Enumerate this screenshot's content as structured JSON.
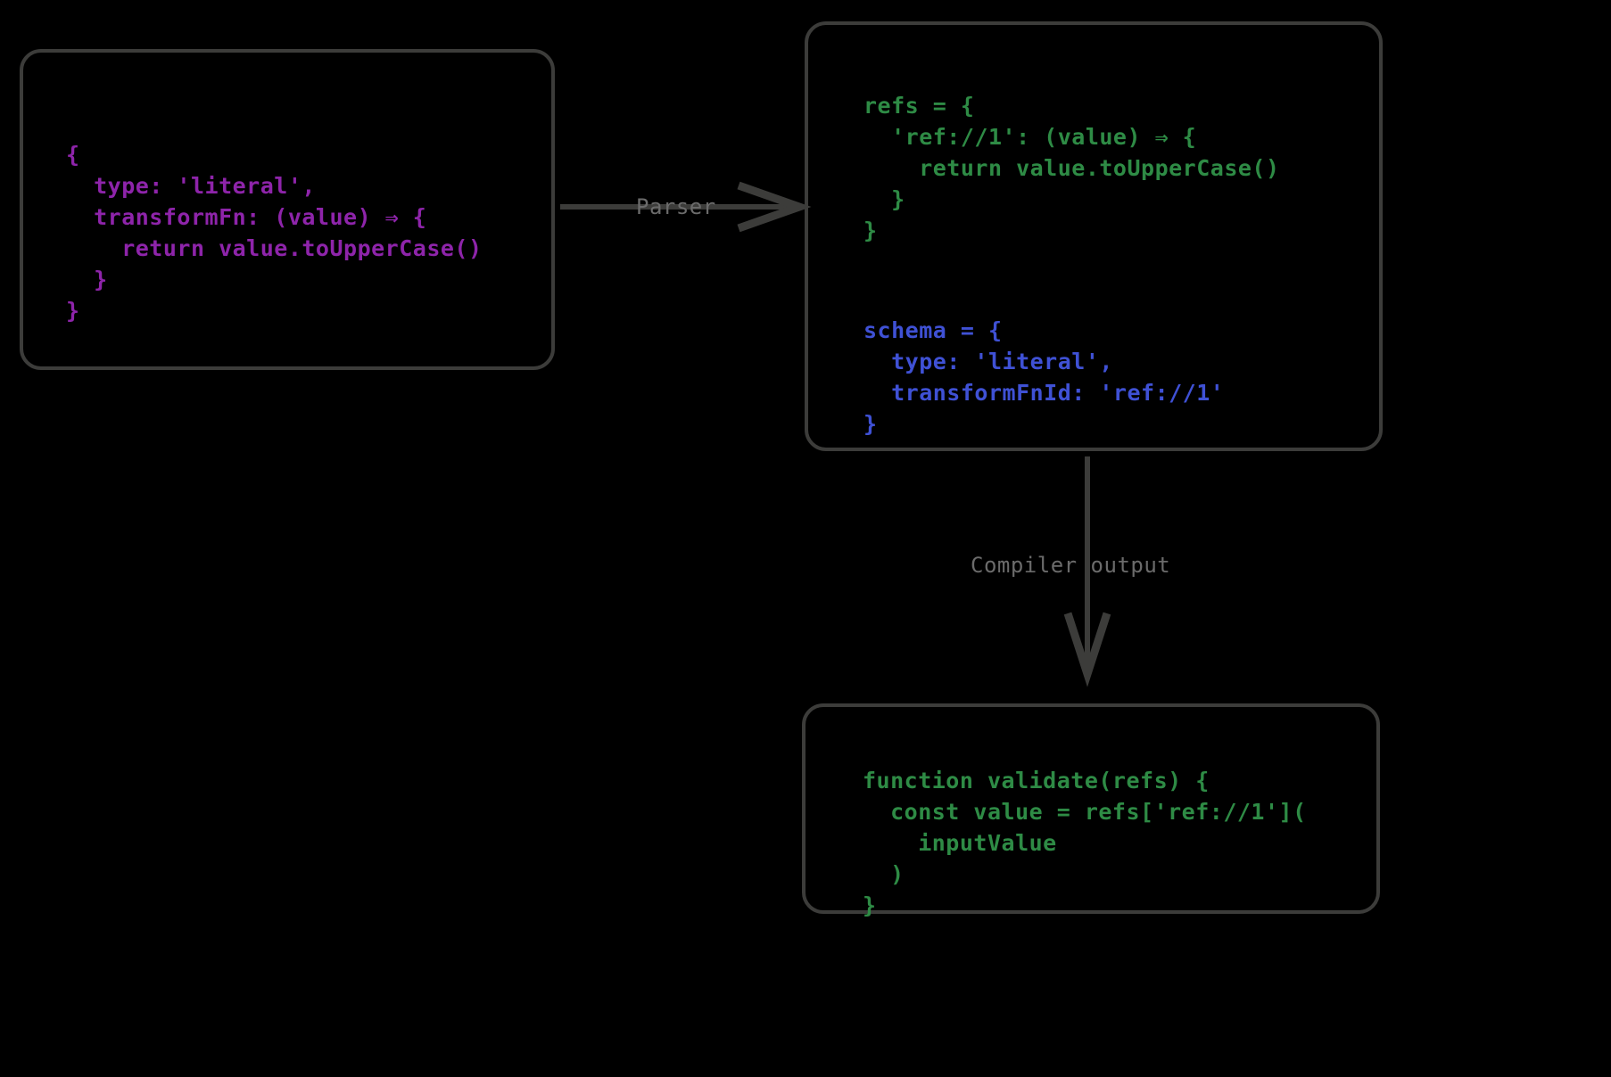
{
  "diagram": {
    "type": "flowchart",
    "background_color": "#000000",
    "node_border_color": "#3c3c3a",
    "edge_color": "#3c3c3a",
    "edge_label_color": "#6b6b6b",
    "nodes": [
      {
        "id": "source",
        "name": "source-schema-node",
        "text_color": "#8e24aa",
        "code": "{\n  type: 'literal',\n  transformFn: (value) ⇒ {\n    return value.toUpperCase()\n  }\n}"
      },
      {
        "id": "parsed",
        "name": "parsed-output-node",
        "blocks": [
          {
            "id": "refs",
            "text_color": "#2e8b45",
            "code": "refs = {\n  'ref://1': (value) ⇒ {\n    return value.toUpperCase()\n  }\n}"
          },
          {
            "id": "schema",
            "text_color": "#3f51d5",
            "code": "schema = {\n  type: 'literal',\n  transformFnId: 'ref://1'\n}"
          }
        ]
      },
      {
        "id": "compiled",
        "name": "compiled-validator-node",
        "text_color": "#2e8b45",
        "code": "function validate(refs) {\n  const value = refs['ref://1'](\n    inputValue\n  )\n}"
      }
    ],
    "edges": [
      {
        "id": "parser",
        "from": "source",
        "to": "parsed",
        "label": "Parser",
        "direction": "right"
      },
      {
        "id": "compiler",
        "from": "parsed",
        "to": "compiled",
        "label": "Compiler output",
        "direction": "down"
      }
    ]
  }
}
